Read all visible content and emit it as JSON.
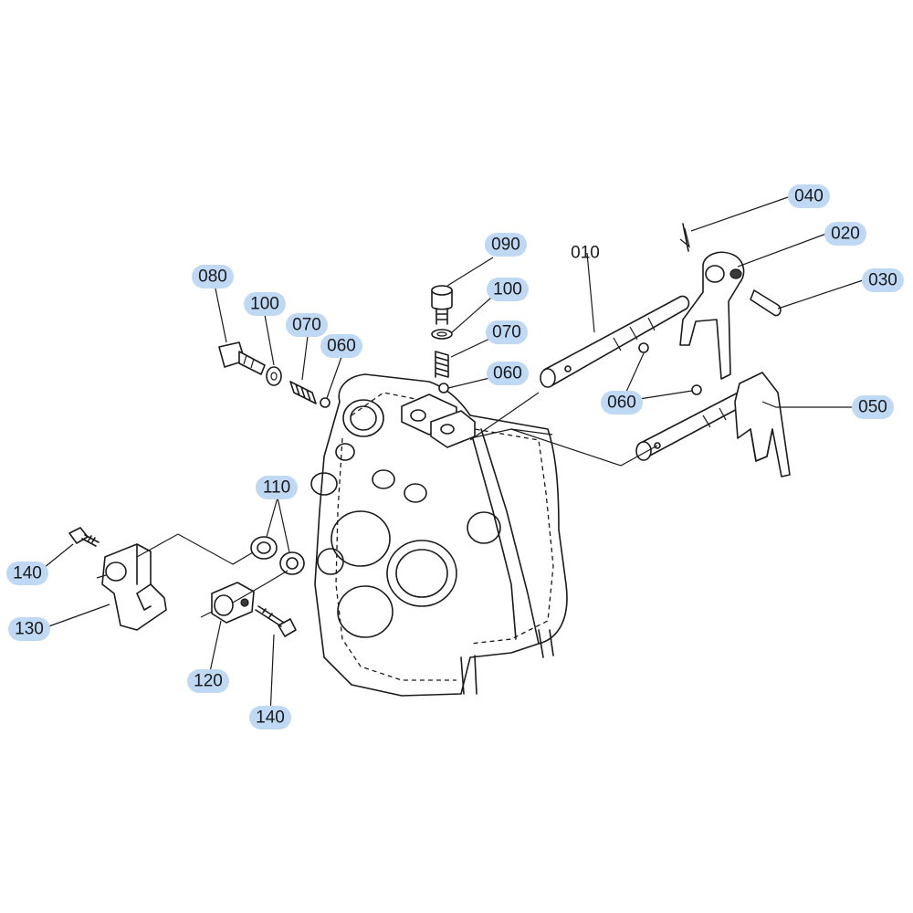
{
  "callouts": [
    {
      "text": "040",
      "highlighted": true
    },
    {
      "text": "020",
      "highlighted": true
    },
    {
      "text": "030",
      "highlighted": true
    },
    {
      "text": "050",
      "highlighted": true
    },
    {
      "text": "010",
      "highlighted": false
    },
    {
      "text": "090",
      "highlighted": true
    },
    {
      "text": "100",
      "highlighted": true
    },
    {
      "text": "070",
      "highlighted": true
    },
    {
      "text": "060",
      "highlighted": true
    },
    {
      "text": "060",
      "highlighted": true
    },
    {
      "text": "080",
      "highlighted": true
    },
    {
      "text": "100",
      "highlighted": true
    },
    {
      "text": "070",
      "highlighted": true
    },
    {
      "text": "060",
      "highlighted": true
    },
    {
      "text": "110",
      "highlighted": true
    },
    {
      "text": "140",
      "highlighted": true
    },
    {
      "text": "130",
      "highlighted": true
    },
    {
      "text": "120",
      "highlighted": true
    },
    {
      "text": "140",
      "highlighted": true
    }
  ],
  "highlight_color": "#bfd8f3"
}
